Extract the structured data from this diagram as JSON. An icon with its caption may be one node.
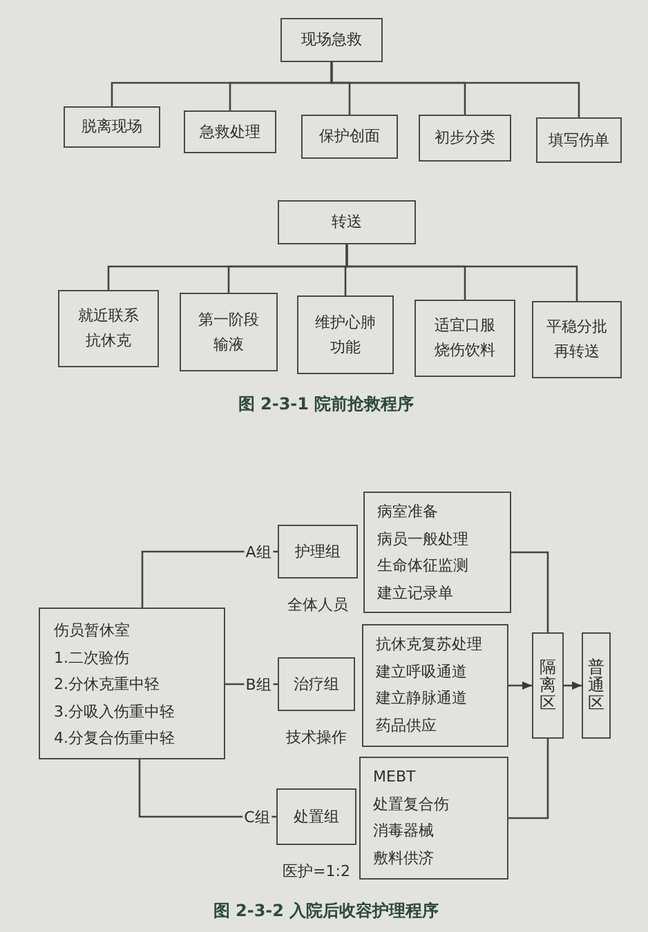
{
  "diagram": {
    "nodes": [
      {
        "text": [
          "现场急救"
        ]
      },
      {
        "text": [
          "脱离现场"
        ]
      },
      {
        "text": [
          "急救处理"
        ]
      },
      {
        "text": [
          "保护创面"
        ]
      },
      {
        "text": [
          "初步分类"
        ]
      },
      {
        "text": [
          "填写伤单"
        ]
      },
      {
        "text": [
          "转送"
        ]
      },
      {
        "text": [
          "就近联系抗休克"
        ]
      },
      {
        "text": [
          "第一阶段输液"
        ]
      },
      {
        "text": [
          "维护心肺功能"
        ]
      },
      {
        "text": [
          "适宜口服烧伤饮料"
        ]
      },
      {
        "text": [
          "平稳分批再转送"
        ]
      },
      {
        "text": [
          "伤员暂休室",
          "1.二次验伤",
          "2.分休克重中轻",
          "3.分吸入伤重中轻",
          "4.分复合伤重中轻"
        ]
      },
      {
        "text": [
          "护理组"
        ],
        "beside": [
          "全体人员"
        ]
      },
      {
        "text": [
          "治疗组"
        ],
        "beside": [
          "技术操作"
        ]
      },
      {
        "text": [
          "处置组"
        ],
        "beside": [
          "医护=1:2"
        ]
      },
      {
        "text": [
          "病室准备",
          "病员一般处理",
          "生命体征监测",
          "建立记录单"
        ]
      },
      {
        "text": [
          "抗休克复苏处理",
          "建立呼吸通道",
          "建立静脉通道",
          "药品供应"
        ]
      },
      {
        "text": [
          "MEBT",
          "处置复合伤",
          "消毒器械",
          "敷料供济"
        ]
      },
      {
        "text": [
          "隔离区"
        ]
      },
      {
        "text": [
          "普通区"
        ]
      }
    ],
    "edges": [
      {
        "from": 0,
        "to": 1,
        "arrow": "none"
      },
      {
        "from": 0,
        "to": 2,
        "arrow": "none"
      },
      {
        "from": 0,
        "to": 3,
        "arrow": "none"
      },
      {
        "from": 0,
        "to": 4,
        "arrow": "none"
      },
      {
        "from": 0,
        "to": 5,
        "arrow": "none"
      },
      {
        "from": 6,
        "to": 7,
        "arrow": "none"
      },
      {
        "from": 6,
        "to": 8,
        "arrow": "none"
      },
      {
        "from": 6,
        "to": 9,
        "arrow": "none"
      },
      {
        "from": 6,
        "to": 10,
        "arrow": "none"
      },
      {
        "from": 6,
        "to": 11,
        "arrow": "none"
      },
      {
        "from": 12,
        "to": 13,
        "arrow": "none",
        "label": "A组"
      },
      {
        "from": 12,
        "to": 14,
        "arrow": "none",
        "label": "B组"
      },
      {
        "from": 12,
        "to": 15,
        "arrow": "none",
        "label": "C组"
      },
      {
        "from": 16,
        "to": 19,
        "arrow": "none"
      },
      {
        "from": 17,
        "to": 19,
        "arrow": "to"
      },
      {
        "from": 18,
        "to": 19,
        "arrow": "none"
      },
      {
        "from": 19,
        "to": 20,
        "arrow": "to"
      }
    ],
    "labels": [
      "图 2-3-1 院前抢救程序",
      "图 2-3-2 入院后收容护理程序"
    ]
  }
}
